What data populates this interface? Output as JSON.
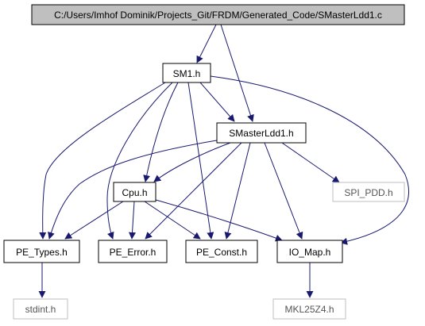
{
  "colors": {
    "edge": "#191970",
    "node_border": "#000000",
    "node_border_external": "#bfbfbf",
    "root_fill": "#bfbfbf",
    "node_fill": "#ffffff"
  },
  "nodes": {
    "root": {
      "label": "C:/Users/Imhof Dominik/Projects_Git/FRDM/Generated_Code/SMasterLdd1.c"
    },
    "sm1": {
      "label": "SM1.h"
    },
    "smasterldd1": {
      "label": "SMasterLdd1.h"
    },
    "cpu": {
      "label": "Cpu.h"
    },
    "spi_pdd": {
      "label": "SPI_PDD.h"
    },
    "pe_types": {
      "label": "PE_Types.h"
    },
    "pe_error": {
      "label": "PE_Error.h"
    },
    "pe_const": {
      "label": "PE_Const.h"
    },
    "io_map": {
      "label": "IO_Map.h"
    },
    "stdint": {
      "label": "stdint.h"
    },
    "mkl25z4": {
      "label": "MKL25Z4.h"
    }
  }
}
